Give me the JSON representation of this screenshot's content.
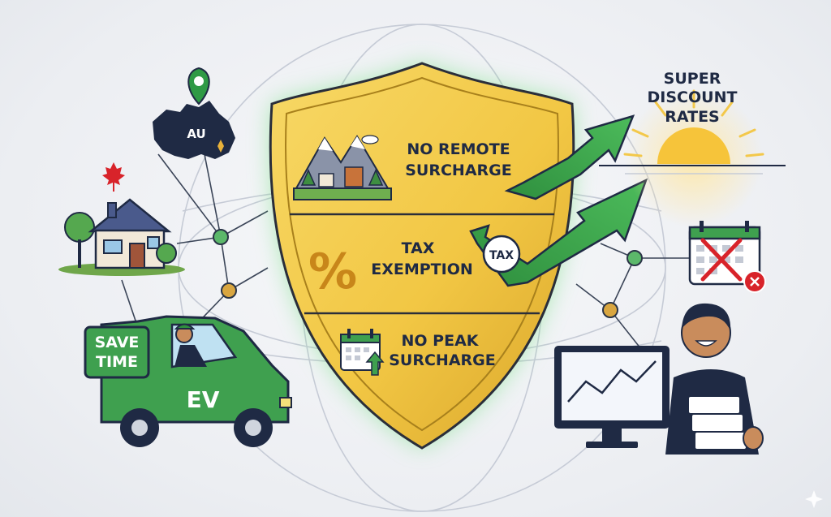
{
  "map_label": "AU",
  "van_sign": [
    "SAVE",
    "TIME"
  ],
  "van_badge": "EV",
  "shield": {
    "top": [
      "NO REMOTE",
      "SURCHARGE"
    ],
    "mid_symbol": "%",
    "mid": [
      "TAX",
      "EXEMPTION"
    ],
    "bottom": [
      "NO PEAK",
      "SURCHARGE"
    ]
  },
  "tax_badge": "TAX",
  "rates_label": [
    "SUPER",
    "DISCOUNT",
    "RATES"
  ],
  "icons": [
    "map-pin-icon",
    "maple-leaf-icon",
    "house-icon",
    "van-icon",
    "mountain-icon",
    "percent-icon",
    "calendar-icon",
    "calendar-cancel-icon",
    "monitor-chart-icon",
    "sun-icon",
    "trend-arrow-icon",
    "sparkle-icon"
  ],
  "colors": {
    "shield_gold": "#f2c744",
    "shield_glow": "#7ee08a",
    "green": "#3fa04f",
    "navy": "#1f2a44",
    "accent_red": "#d8232a"
  }
}
